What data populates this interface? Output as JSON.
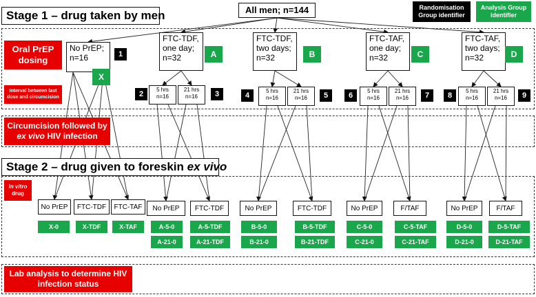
{
  "header": {
    "stage1_title": "Stage 1 – drug taken by men",
    "stage2_title_prefix": "Stage 2 – drug given to foreskin ",
    "stage2_title_emph": "ex vivo",
    "root": "All men; n=144"
  },
  "legend": {
    "randomisation": "Randomisation Group identifier",
    "analysis": "Analysis Group identifier"
  },
  "labels": {
    "oral_prep": "Oral PrEP dosing",
    "interval": "Interval between last dose and circumcision",
    "circ_prefix": "Circumcision followed by ",
    "circ_emph": "ex vivo",
    "circ_suffix": " HIV infection",
    "in_vitro": "in vitro",
    "drug": "drug",
    "lab": "Lab analysis to determine HIV infection status"
  },
  "arms": [
    {
      "lines": [
        "No PrEP;",
        "n=16"
      ],
      "num": "1",
      "group": "X"
    },
    {
      "lines": [
        "FTC-TDF,",
        "one day;",
        "n=32"
      ],
      "group": "A"
    },
    {
      "lines": [
        "FTC-TDF,",
        "two days;",
        "n=32"
      ],
      "group": "B"
    },
    {
      "lines": [
        "FTC-TAF,",
        "one day;",
        "n=32"
      ],
      "group": "C"
    },
    {
      "lines": [
        "FTC-TAF,",
        "two days;",
        "n=32"
      ],
      "group": "D"
    }
  ],
  "subgroups": [
    {
      "time": "5 hrs",
      "n": "n=16",
      "num": "2"
    },
    {
      "time": "21 hrs",
      "n": "n=16",
      "num": "3"
    },
    {
      "time": "5 hrs",
      "n": "n=16",
      "num": "4"
    },
    {
      "time": "21 hrs",
      "n": "n=16",
      "num": "5"
    },
    {
      "time": "5 hrs",
      "n": "n=16",
      "num": "6"
    },
    {
      "time": "21 hrs",
      "n": "n=16",
      "num": "7"
    },
    {
      "time": "5 hrs",
      "n": "n=16",
      "num": "8"
    },
    {
      "time": "21 hrs",
      "n": "n=16",
      "num": "9"
    }
  ],
  "ex_vivo_drugs": [
    {
      "label": "No PrEP",
      "codes": [
        "X-0"
      ]
    },
    {
      "label": "FTC-TDF",
      "codes": [
        "X-TDF"
      ]
    },
    {
      "label": "FTC-TAF",
      "codes": [
        "X-TAF"
      ]
    },
    {
      "label": "No PrEP",
      "codes": [
        "A-5-0",
        "A-21-0"
      ]
    },
    {
      "label": "FTC-TDF",
      "codes": [
        "A-5-TDF",
        "A-21-TDF"
      ]
    },
    {
      "label": "No PrEP",
      "codes": [
        "B-5-0",
        "B-21-0"
      ]
    },
    {
      "label": "FTC-TDF",
      "codes": [
        "B-5-TDF",
        "B-21-TDF"
      ]
    },
    {
      "label": "No PrEP",
      "codes": [
        "C-5-0",
        "C-21-0"
      ]
    },
    {
      "label": "F/TAF",
      "codes": [
        "C-5-TAF",
        "C-21-TAF"
      ]
    },
    {
      "label": "No PrEP",
      "codes": [
        "D-5-0",
        "D-21-0"
      ]
    },
    {
      "label": "F/TAF",
      "codes": [
        "D-5-TAF",
        "D-21-TAF"
      ]
    }
  ]
}
